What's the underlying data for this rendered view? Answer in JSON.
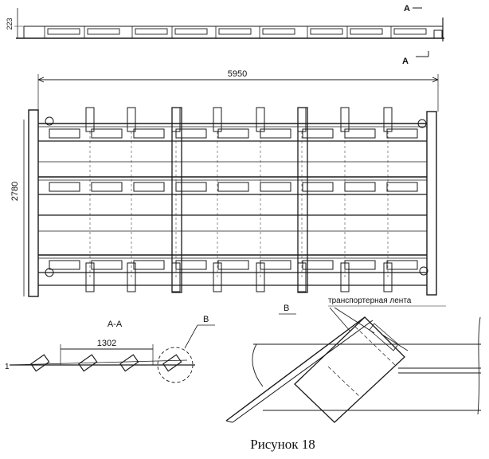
{
  "top_view": {
    "dim_height": "223",
    "section_mark_top": "А",
    "section_mark_bottom": "А"
  },
  "plan_view": {
    "dim_width": "5950",
    "dim_height": "2780"
  },
  "section_aa": {
    "title": "А-А",
    "dim_pitch": "1302",
    "detail_mark": "В",
    "left_marker": "1"
  },
  "detail_b": {
    "title": "В",
    "callout": "транспортерная лента"
  },
  "caption": "Рисунок 18"
}
